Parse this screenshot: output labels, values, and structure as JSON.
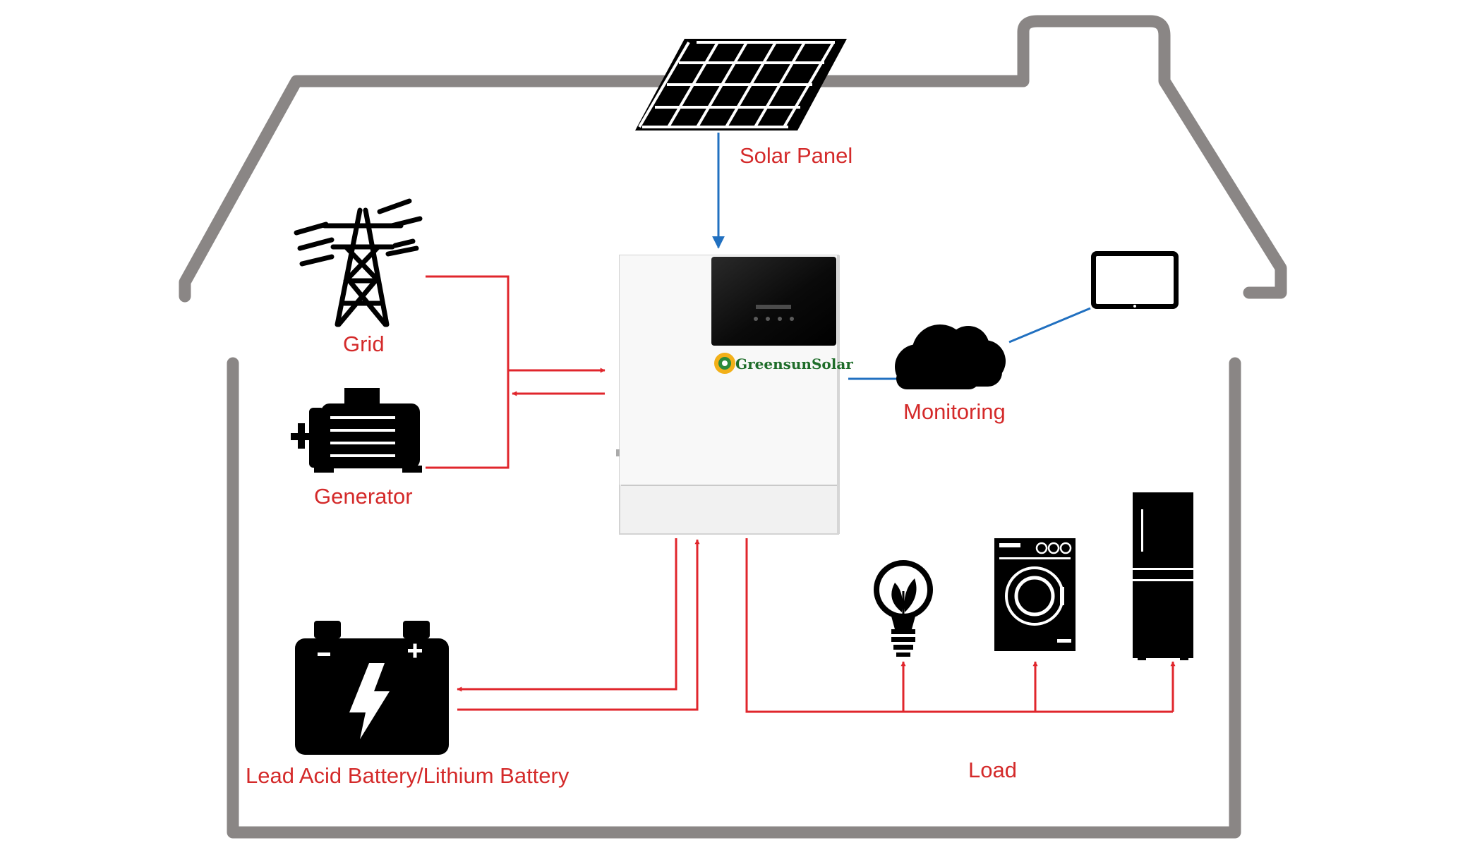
{
  "labels": {
    "solar_panel": "Solar Panel",
    "grid": "Grid",
    "generator": "Generator",
    "monitoring": "Monitoring",
    "battery": "Lead Acid Battery/Lithium Battery",
    "load": "Load"
  },
  "inverter": {
    "brand": "GreensunSolar"
  },
  "colors": {
    "house_outline": "#8a8685",
    "power_line": "#e0262c",
    "data_line": "#2170c0",
    "label_text": "#d42a2a",
    "icon_fill": "#000000",
    "brand_text": "#1f6d2a"
  },
  "icons": [
    "solar-panel-icon",
    "transmission-tower-icon",
    "generator-icon",
    "cloud-icon",
    "tablet-icon",
    "battery-icon",
    "light-bulb-icon",
    "washing-machine-icon",
    "refrigerator-icon",
    "sun-logo-icon"
  ]
}
